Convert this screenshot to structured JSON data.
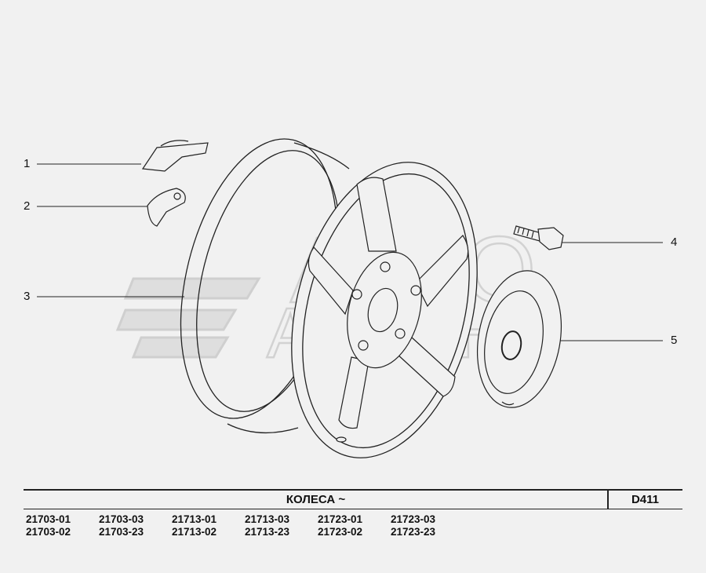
{
  "callouts": [
    "1",
    "2",
    "3",
    "4",
    "5"
  ],
  "watermark": "АВТО АЛЬЯНС",
  "footer": {
    "title": "КОЛЕСА ~",
    "code": "D411",
    "models": [
      [
        "21703-01",
        "21703-02"
      ],
      [
        "21703-03",
        "21703-23"
      ],
      [
        "21713-01",
        "21713-02"
      ],
      [
        "21713-03",
        "21713-23"
      ],
      [
        "21723-01",
        "21723-02"
      ],
      [
        "21723-03",
        "21723-23"
      ]
    ]
  }
}
